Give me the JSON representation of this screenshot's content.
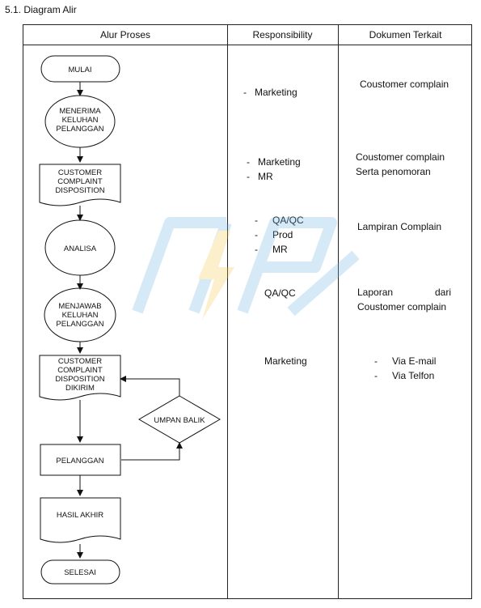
{
  "section_title": "5.1. Diagram Alir",
  "columns": [
    "Alur Proses",
    "Responsibility",
    "Dokumen Terkait"
  ],
  "flow": {
    "start": "MULAI",
    "receive": [
      "MENERIMA",
      "KELUHAN",
      "PELANGGAN"
    ],
    "ccd": [
      "CUSTOMER",
      "COMPLAINT",
      "DISPOSITION"
    ],
    "analisa": "ANALISA",
    "answer": [
      "MENJAWAB",
      "KELUHAN",
      "PELANGGAN"
    ],
    "ccd_sent": [
      "CUSTOMER",
      "COMPLAINT",
      "DISPOSITION",
      "DIKIRIM"
    ],
    "feedback": "UMPAN BALIK",
    "customer": "PELANGGAN",
    "result": "HASIL AKHIR",
    "end": "SELESAI"
  },
  "responsibility": {
    "r1": [
      "Marketing"
    ],
    "r2": [
      "Marketing",
      "MR"
    ],
    "r3": [
      "QA/QC",
      "Prod",
      "MR"
    ],
    "r4": "QA/QC",
    "r5": "Marketing"
  },
  "documents": {
    "d1": "Coustomer complain",
    "d2": [
      "Coustomer complain",
      "Serta penomoran"
    ],
    "d3": "Lampiran Complain",
    "d4_left": "Laporan",
    "d4_right": "dari",
    "d4_line2": "Coustomer complain",
    "d5": [
      "Via E-mail",
      "Via Telfon"
    ]
  },
  "bullet": "-",
  "colors": {
    "watermark_blue": "#6fb3e0",
    "watermark_yellow": "#f2c94c"
  }
}
